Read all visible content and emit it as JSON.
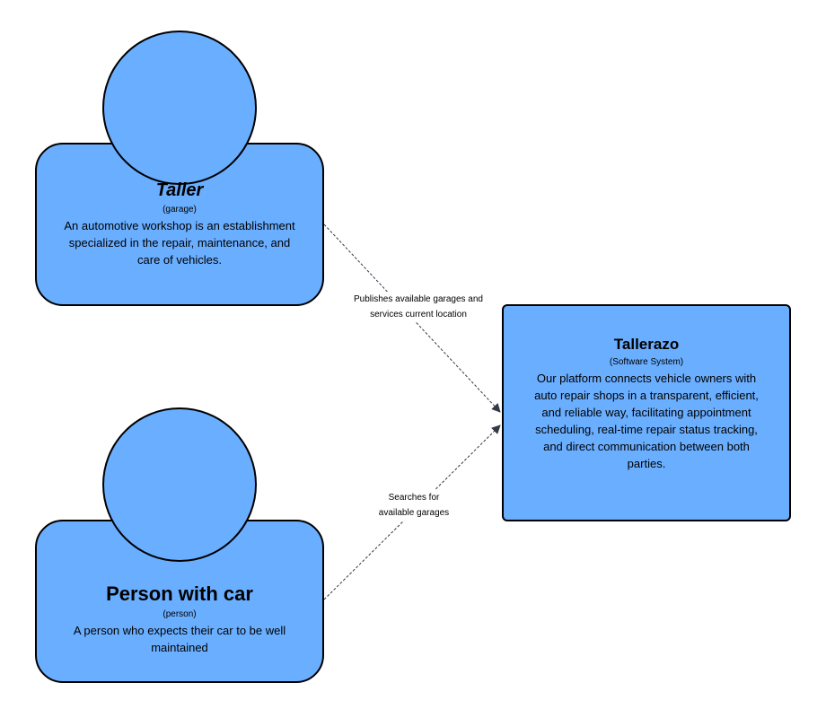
{
  "colors": {
    "node_fill": "#6aaeff",
    "node_stroke": "#000000",
    "edge_stroke": "#333a44"
  },
  "nodes": {
    "taller": {
      "title": "Taller",
      "technology": "(garage)",
      "description": "An automotive workshop is an establishment specialized in the repair, maintenance, and care of vehicles."
    },
    "person": {
      "title": "Person with car",
      "technology": "(person)",
      "description": "A person who expects their car to be well maintained"
    },
    "system": {
      "title": "Tallerazo",
      "technology": "(Software System)",
      "description": "Our platform connects vehicle owners with auto repair shops in a transparent, efficient, and reliable way, facilitating appointment scheduling, real-time repair status tracking, and direct communication between both parties."
    }
  },
  "edges": {
    "taller_to_system": {
      "label": "Publishes available garages and services current location"
    },
    "person_to_system": {
      "label": "Searches for available garages"
    }
  }
}
